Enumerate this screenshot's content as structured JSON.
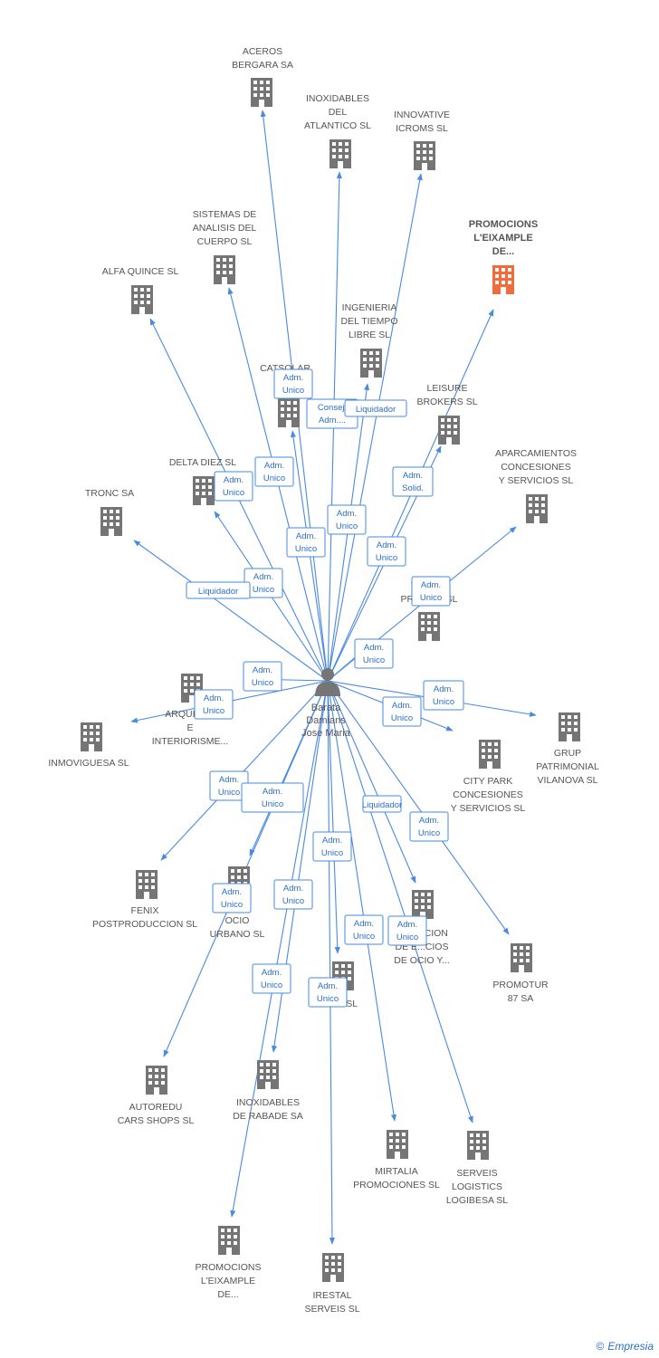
{
  "colors": {
    "line": "#4a8ae0",
    "building": "#757575",
    "highlight": "#f26b3a",
    "role_text": "#2a6fc9",
    "role_border": "#4a8ae0"
  },
  "person": {
    "name_lines": [
      "Barata",
      "Damians",
      "Jose Maria"
    ],
    "icon": "person-icon"
  },
  "companies": [
    {
      "id": "aceros",
      "lines": [
        "ACEROS",
        "BERGARA SA"
      ]
    },
    {
      "id": "inoxidables-atlantico",
      "lines": [
        "INOXIDABLES",
        "DEL",
        "ATLANTICO SL"
      ]
    },
    {
      "id": "innovative",
      "lines": [
        "INNOVATIVE",
        "ICROMS SL"
      ]
    },
    {
      "id": "promocions-top",
      "lines": [
        "PROMOCIONS",
        "L'EIXAMPLE",
        "DE..."
      ],
      "highlight": true
    },
    {
      "id": "sistemas",
      "lines": [
        "SISTEMAS DE",
        "ANALISIS DEL",
        "CUERPO SL"
      ]
    },
    {
      "id": "alfa",
      "lines": [
        "ALFA QUINCE SL"
      ]
    },
    {
      "id": "ingenieria",
      "lines": [
        "INGENIERIA",
        "DEL TIEMPO",
        "LIBRE SL"
      ]
    },
    {
      "id": "catsolar",
      "lines": [
        "CATSOLAR",
        "2..."
      ]
    },
    {
      "id": "leisure",
      "lines": [
        "LEISURE",
        "BROKERS SL"
      ]
    },
    {
      "id": "aparcamientos",
      "lines": [
        "APARCAMIENTOS",
        "CONCESIONES",
        "Y SERVICIOS SL"
      ]
    },
    {
      "id": "delta",
      "lines": [
        "DELTA DIEZ SL"
      ]
    },
    {
      "id": "tronc",
      "lines": [
        "TRONC SA"
      ]
    },
    {
      "id": "tir",
      "lines": [
        "TIR...ER",
        "PROM...S SL"
      ]
    },
    {
      "id": "arquitectura",
      "lines": [
        "ARQUITE...",
        "E",
        "INTERIORISME..."
      ]
    },
    {
      "id": "inmoviguesa",
      "lines": [
        "INMOVIGUESA SL"
      ]
    },
    {
      "id": "grup",
      "lines": [
        "GRUP",
        "PATRIMONIAL",
        "VILANOVA SL"
      ]
    },
    {
      "id": "citypark",
      "lines": [
        "CITY PARK",
        "CONCESIONES",
        "Y SERVICIOS SL"
      ]
    },
    {
      "id": "fenix",
      "lines": [
        "FENIX",
        "POSTPRODUCCION SL"
      ]
    },
    {
      "id": "ocio-urbano",
      "lines": [
        "P...OS",
        "OCIO",
        "URBANO SL"
      ]
    },
    {
      "id": "construccion",
      "lines": [
        "C...UCCION",
        "DE E...CIOS",
        "DE OCIO Y..."
      ]
    },
    {
      "id": "promotur",
      "lines": [
        "PROMOTUR",
        "87 SA"
      ]
    },
    {
      "id": "r-sl",
      "lines": [
        "R...O SL"
      ]
    },
    {
      "id": "autoredu",
      "lines": [
        "AUTOREDU",
        "CARS SHOPS SL"
      ]
    },
    {
      "id": "inox-rabade",
      "lines": [
        "INOXIDABLES",
        "DE RABADE SA"
      ]
    },
    {
      "id": "mirtalia",
      "lines": [
        "MIRTALIA",
        "PROMOCIONES SL"
      ]
    },
    {
      "id": "serveis",
      "lines": [
        "SERVEIS",
        "LOGISTICS",
        "LOGIBESA SL"
      ]
    },
    {
      "id": "promocions-bottom",
      "lines": [
        "PROMOCIONS",
        "L'EIXAMPLE",
        "DE..."
      ]
    },
    {
      "id": "irestal",
      "lines": [
        "IRESTAL",
        "SERVEIS SL"
      ]
    }
  ],
  "roles": [
    {
      "lines": [
        "Adm.",
        "Unico"
      ]
    },
    {
      "lines": [
        "Consej.",
        "Adm...."
      ]
    },
    {
      "lines": [
        "Liquidador"
      ]
    },
    {
      "lines": [
        "Adm.",
        "Solid."
      ]
    },
    {
      "lines": [
        "Adm.",
        "Unico"
      ]
    },
    {
      "lines": [
        "Adm.",
        "Unico"
      ]
    },
    {
      "lines": [
        "Adm.",
        "Unico"
      ]
    },
    {
      "lines": [
        "Adm.",
        "Unico"
      ]
    },
    {
      "lines": [
        "Adm.",
        "Unico"
      ]
    },
    {
      "lines": [
        "Adm.",
        "Unico"
      ]
    },
    {
      "lines": [
        "Adm.",
        "Unico"
      ]
    },
    {
      "lines": [
        "Liquidador"
      ]
    },
    {
      "lines": [
        "Adm.",
        "Unico"
      ]
    },
    {
      "lines": [
        "Adm.",
        "Unico"
      ]
    },
    {
      "lines": [
        "Adm.",
        "Unico"
      ]
    },
    {
      "lines": [
        "Adm.",
        "Unico"
      ]
    },
    {
      "lines": [
        "Adm.",
        "Unico"
      ]
    },
    {
      "lines": [
        "Adm.",
        "Unico"
      ]
    },
    {
      "lines": [
        "Adm.",
        "Unico"
      ]
    },
    {
      "lines": [
        "Liquidador"
      ]
    },
    {
      "lines": [
        "Adm.",
        "Unico"
      ]
    },
    {
      "lines": [
        "Adm.",
        "Unico"
      ]
    },
    {
      "lines": [
        "Adm.",
        "Unico"
      ]
    },
    {
      "lines": [
        "Adm.",
        "Unico"
      ]
    },
    {
      "lines": [
        "Adm.",
        "Unico"
      ]
    },
    {
      "lines": [
        "Adm.",
        "Unico"
      ]
    },
    {
      "lines": [
        "Adm.",
        "Unico"
      ]
    },
    {
      "lines": [
        "Adm.",
        "Unico"
      ]
    }
  ],
  "footer": {
    "copyright_symbol": "©",
    "brand": "Empresia"
  }
}
